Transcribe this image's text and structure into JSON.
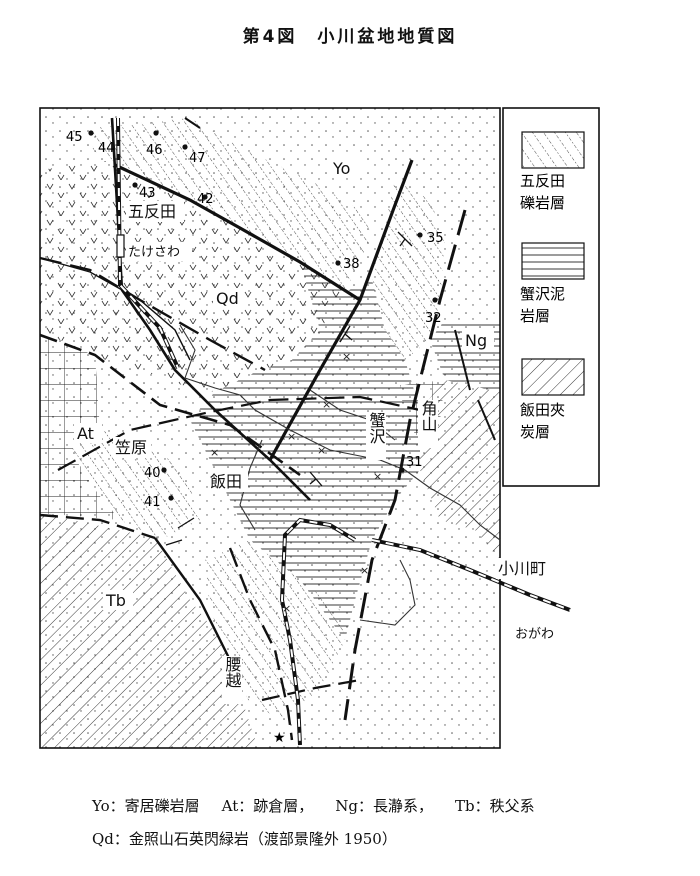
{
  "title": "第4図　小川盆地地質図",
  "formations": {
    "yo": "Yo",
    "qd": "Qd",
    "ng": "Ng",
    "at": "At",
    "tb": "Tb"
  },
  "legend": [
    {
      "name": "五反田礫岩層",
      "line1": "五反田",
      "line2": "礫岩層",
      "pattern": "dotted-diagonal"
    },
    {
      "name": "蟹沢泥岩層",
      "line1": "蟹沢泥",
      "line2": "岩層",
      "pattern": "horizontal-lines"
    },
    {
      "name": "飯田夾炭層",
      "line1": "飯田夾",
      "line2": "炭層",
      "pattern": "diagonal-lines"
    }
  ],
  "places": {
    "gotanda": "五反田",
    "takesawa": "たけさわ",
    "kasahara": "笠原",
    "iida": "飯田",
    "kanisawa": "蟹沢",
    "kadoyama": "角山",
    "ogawamachi": "小川町",
    "ogawa_station": "おがわ",
    "koshigoe": "腰越"
  },
  "sample_points": [
    "45",
    "44",
    "46",
    "47",
    "43",
    "42",
    "38",
    "35",
    "32",
    "31",
    "40",
    "41"
  ],
  "captions": {
    "line1": [
      "Yo：寄居礫岩層",
      "At：跡倉層，",
      "Ng：長瀞系，",
      "Tb：秩父系"
    ],
    "line2": "Qd：金照山石英閃緑岩（渡部景隆外 1950）"
  }
}
